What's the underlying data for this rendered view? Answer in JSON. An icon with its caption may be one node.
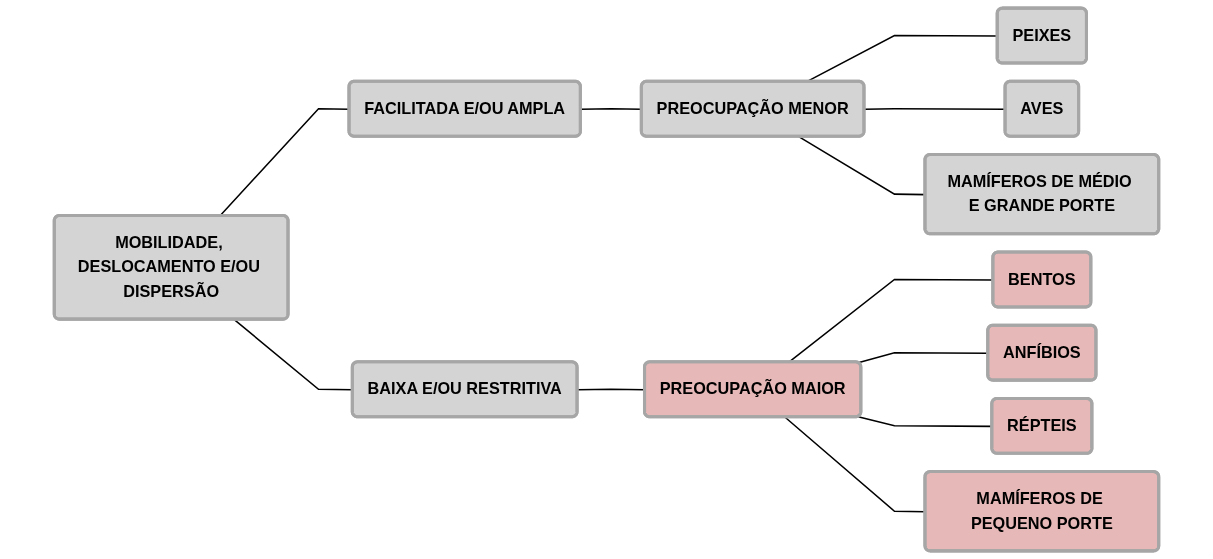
{
  "diagram": {
    "nodes": [
      {
        "text": [
          "MOBILIDADE, DESLOCAMENTO E/OU DISPERSÃO"
        ]
      },
      {
        "text": [
          "FACILITADA E/OU AMPLA"
        ]
      },
      {
        "text": [
          "PREOCUPAÇÃO MENOR"
        ]
      },
      {
        "text": [
          "PEIXES"
        ]
      },
      {
        "text": [
          "AVES"
        ]
      },
      {
        "text": [
          "MAMÍFEROS DE MÉDIO E GRANDE PORTE"
        ]
      },
      {
        "text": [
          "BAIXA E/OU RESTRITIVA"
        ]
      },
      {
        "text": [
          "PREOCUPAÇÃO MAIOR"
        ]
      },
      {
        "text": [
          "BENTOS"
        ]
      },
      {
        "text": [
          "ANFÍBIOS"
        ]
      },
      {
        "text": [
          "RÉPTEIS"
        ]
      },
      {
        "text": [
          "MAMÍFEROS DE PEQUENO PORTE"
        ]
      }
    ],
    "edges": [
      {
        "from": 0,
        "to": 1,
        "arrow": "none"
      },
      {
        "from": 0,
        "to": 6,
        "arrow": "none"
      },
      {
        "from": 1,
        "to": 2,
        "arrow": "none"
      },
      {
        "from": 2,
        "to": 3,
        "arrow": "none"
      },
      {
        "from": 2,
        "to": 4,
        "arrow": "none"
      },
      {
        "from": 2,
        "to": 5,
        "arrow": "none"
      },
      {
        "from": 6,
        "to": 7,
        "arrow": "none"
      },
      {
        "from": 7,
        "to": 8,
        "arrow": "none"
      },
      {
        "from": 7,
        "to": 9,
        "arrow": "none"
      },
      {
        "from": 7,
        "to": 10,
        "arrow": "none"
      },
      {
        "from": 7,
        "to": 11,
        "arrow": "none"
      }
    ]
  }
}
